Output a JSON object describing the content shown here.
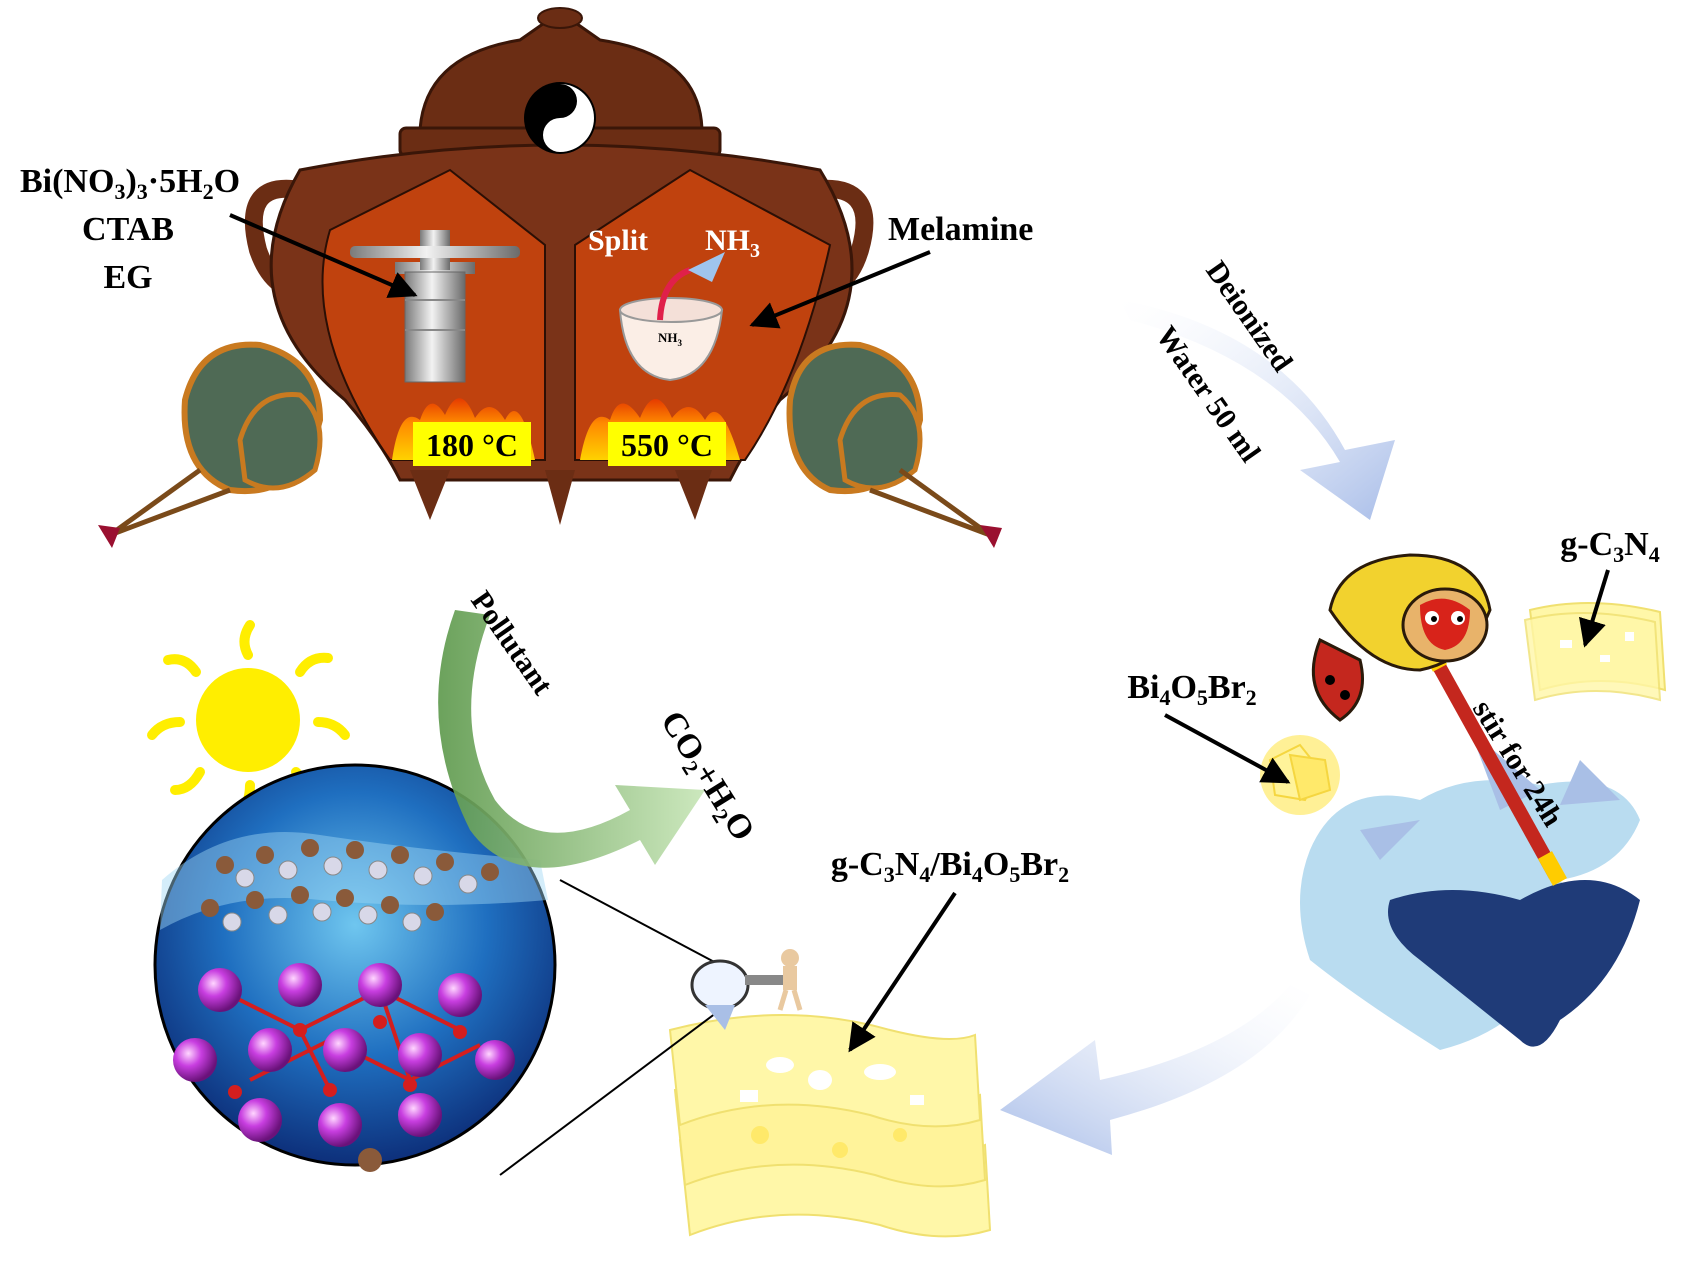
{
  "reactor": {
    "precursors": [
      "Bi(NO",
      "3",
      ")",
      "3",
      "·5H",
      "2",
      "O"
    ],
    "precursor_line2": "CTAB",
    "precursor_line3": "EG",
    "split_label": "Split",
    "nh3_label": "NH",
    "nh3_sub": "3",
    "crucible_label": "NH",
    "crucible_sub": "3",
    "melamine_label": "Melamine",
    "temp_left": "180 °C",
    "temp_right": "550 °C"
  },
  "mixing": {
    "water_line1": "Deionized",
    "water_line2": "Water 50 ml",
    "gcn_label": [
      "g-C",
      "3",
      "N",
      "4"
    ],
    "bob_label": [
      "Bi",
      "4",
      "O",
      "5",
      "Br",
      "2"
    ],
    "stir_label": "stir for 24h"
  },
  "product": {
    "composite_label": [
      "g-C",
      "3",
      "N",
      "4",
      "/Bi",
      "4",
      "O",
      "5",
      "Br",
      "2"
    ]
  },
  "photocatalysis": {
    "pollutant_label": "Pollutant",
    "products_label": [
      "CO",
      "2",
      "+H",
      "2",
      "O"
    ]
  },
  "colors": {
    "pot_body": "#7a3318",
    "pot_panel": "#c0420e",
    "flame": "#ffb300",
    "temp_box": "#ffff00",
    "sun": "#ffee00",
    "flow_arrow": "#a9bfe6",
    "pollutant_arrow": "#8cc07a",
    "sheet": "#fff7a8",
    "bi_atom": "#c83ee0",
    "o_atom": "#d41e1e",
    "c_atom": "#8a5a3a",
    "n_atom": "#d8d8e8"
  }
}
